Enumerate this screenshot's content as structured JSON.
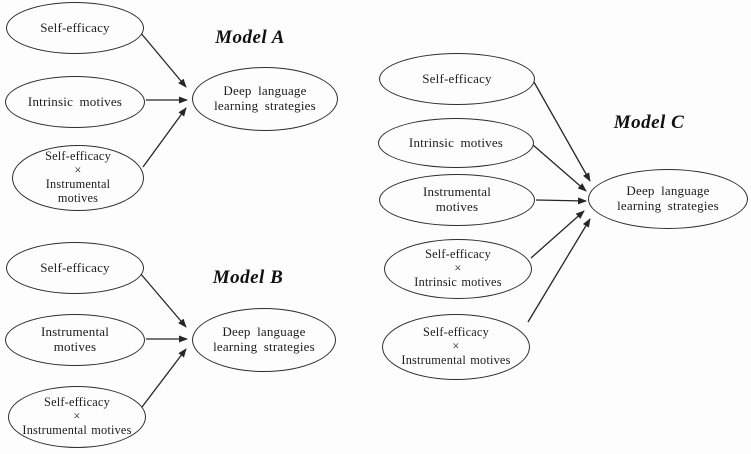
{
  "figure": {
    "background": "#fdfdfd",
    "line_color": "#262626",
    "node_border_color": "#2e2e2e",
    "text_color": "#1c1c1c"
  },
  "models": {
    "a": {
      "title": "Model A",
      "nodes": {
        "self_efficacy": "Self-efficacy",
        "intrinsic_motives": "Intrinsic motives",
        "interaction": "Self-efficacy\n×\nInstrumental\nmotives",
        "outcome": "Deep language\nlearning strategies"
      },
      "edges": [
        {
          "from": "self_efficacy",
          "to": "outcome"
        },
        {
          "from": "intrinsic_motives",
          "to": "outcome"
        },
        {
          "from": "interaction",
          "to": "outcome"
        }
      ]
    },
    "b": {
      "title": "Model B",
      "nodes": {
        "self_efficacy": "Self-efficacy",
        "instrumental_motives": "Instrumental\nmotives",
        "interaction": "Self-efficacy\n×\nInstrumental motives",
        "outcome": "Deep language\nlearning strategies"
      },
      "edges": [
        {
          "from": "self_efficacy",
          "to": "outcome"
        },
        {
          "from": "instrumental_motives",
          "to": "outcome"
        },
        {
          "from": "interaction",
          "to": "outcome"
        }
      ]
    },
    "c": {
      "title": "Model C",
      "nodes": {
        "self_efficacy": "Self-efficacy",
        "intrinsic_motives": "Intrinsic motives",
        "instrumental_motives": "Instrumental\nmotives",
        "interaction_intrinsic": "Self-efficacy\n×\nIntrinsic motives",
        "interaction_instrumental": "Self-efficacy\n×\nInstrumental motives",
        "outcome": "Deep language\nlearning strategies"
      },
      "edges": [
        {
          "from": "self_efficacy",
          "to": "outcome"
        },
        {
          "from": "intrinsic_motives",
          "to": "outcome"
        },
        {
          "from": "instrumental_motives",
          "to": "outcome"
        },
        {
          "from": "interaction_intrinsic",
          "to": "outcome"
        },
        {
          "from": "interaction_instrumental",
          "to": "outcome"
        }
      ]
    }
  }
}
